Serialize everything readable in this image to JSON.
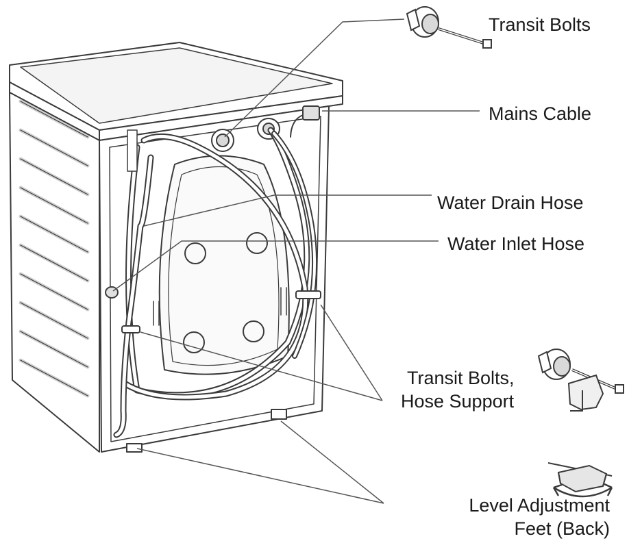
{
  "labels": {
    "transit_bolts": "Transit Bolts",
    "mains_cable": "Mains Cable",
    "water_drain_hose": "Water Drain Hose",
    "water_inlet_hose": "Water Inlet Hose",
    "transit_bolts_hose_support_line1": "Transit Bolts,",
    "transit_bolts_hose_support_line2": "Hose Support",
    "level_feet_line1": "Level Adjustment",
    "level_feet_line2": "Feet (Back)"
  },
  "colors": {
    "line": "#3a3a3a",
    "callout": "#555555",
    "fill": "#ffffff",
    "shade": "#d9d9d9"
  }
}
